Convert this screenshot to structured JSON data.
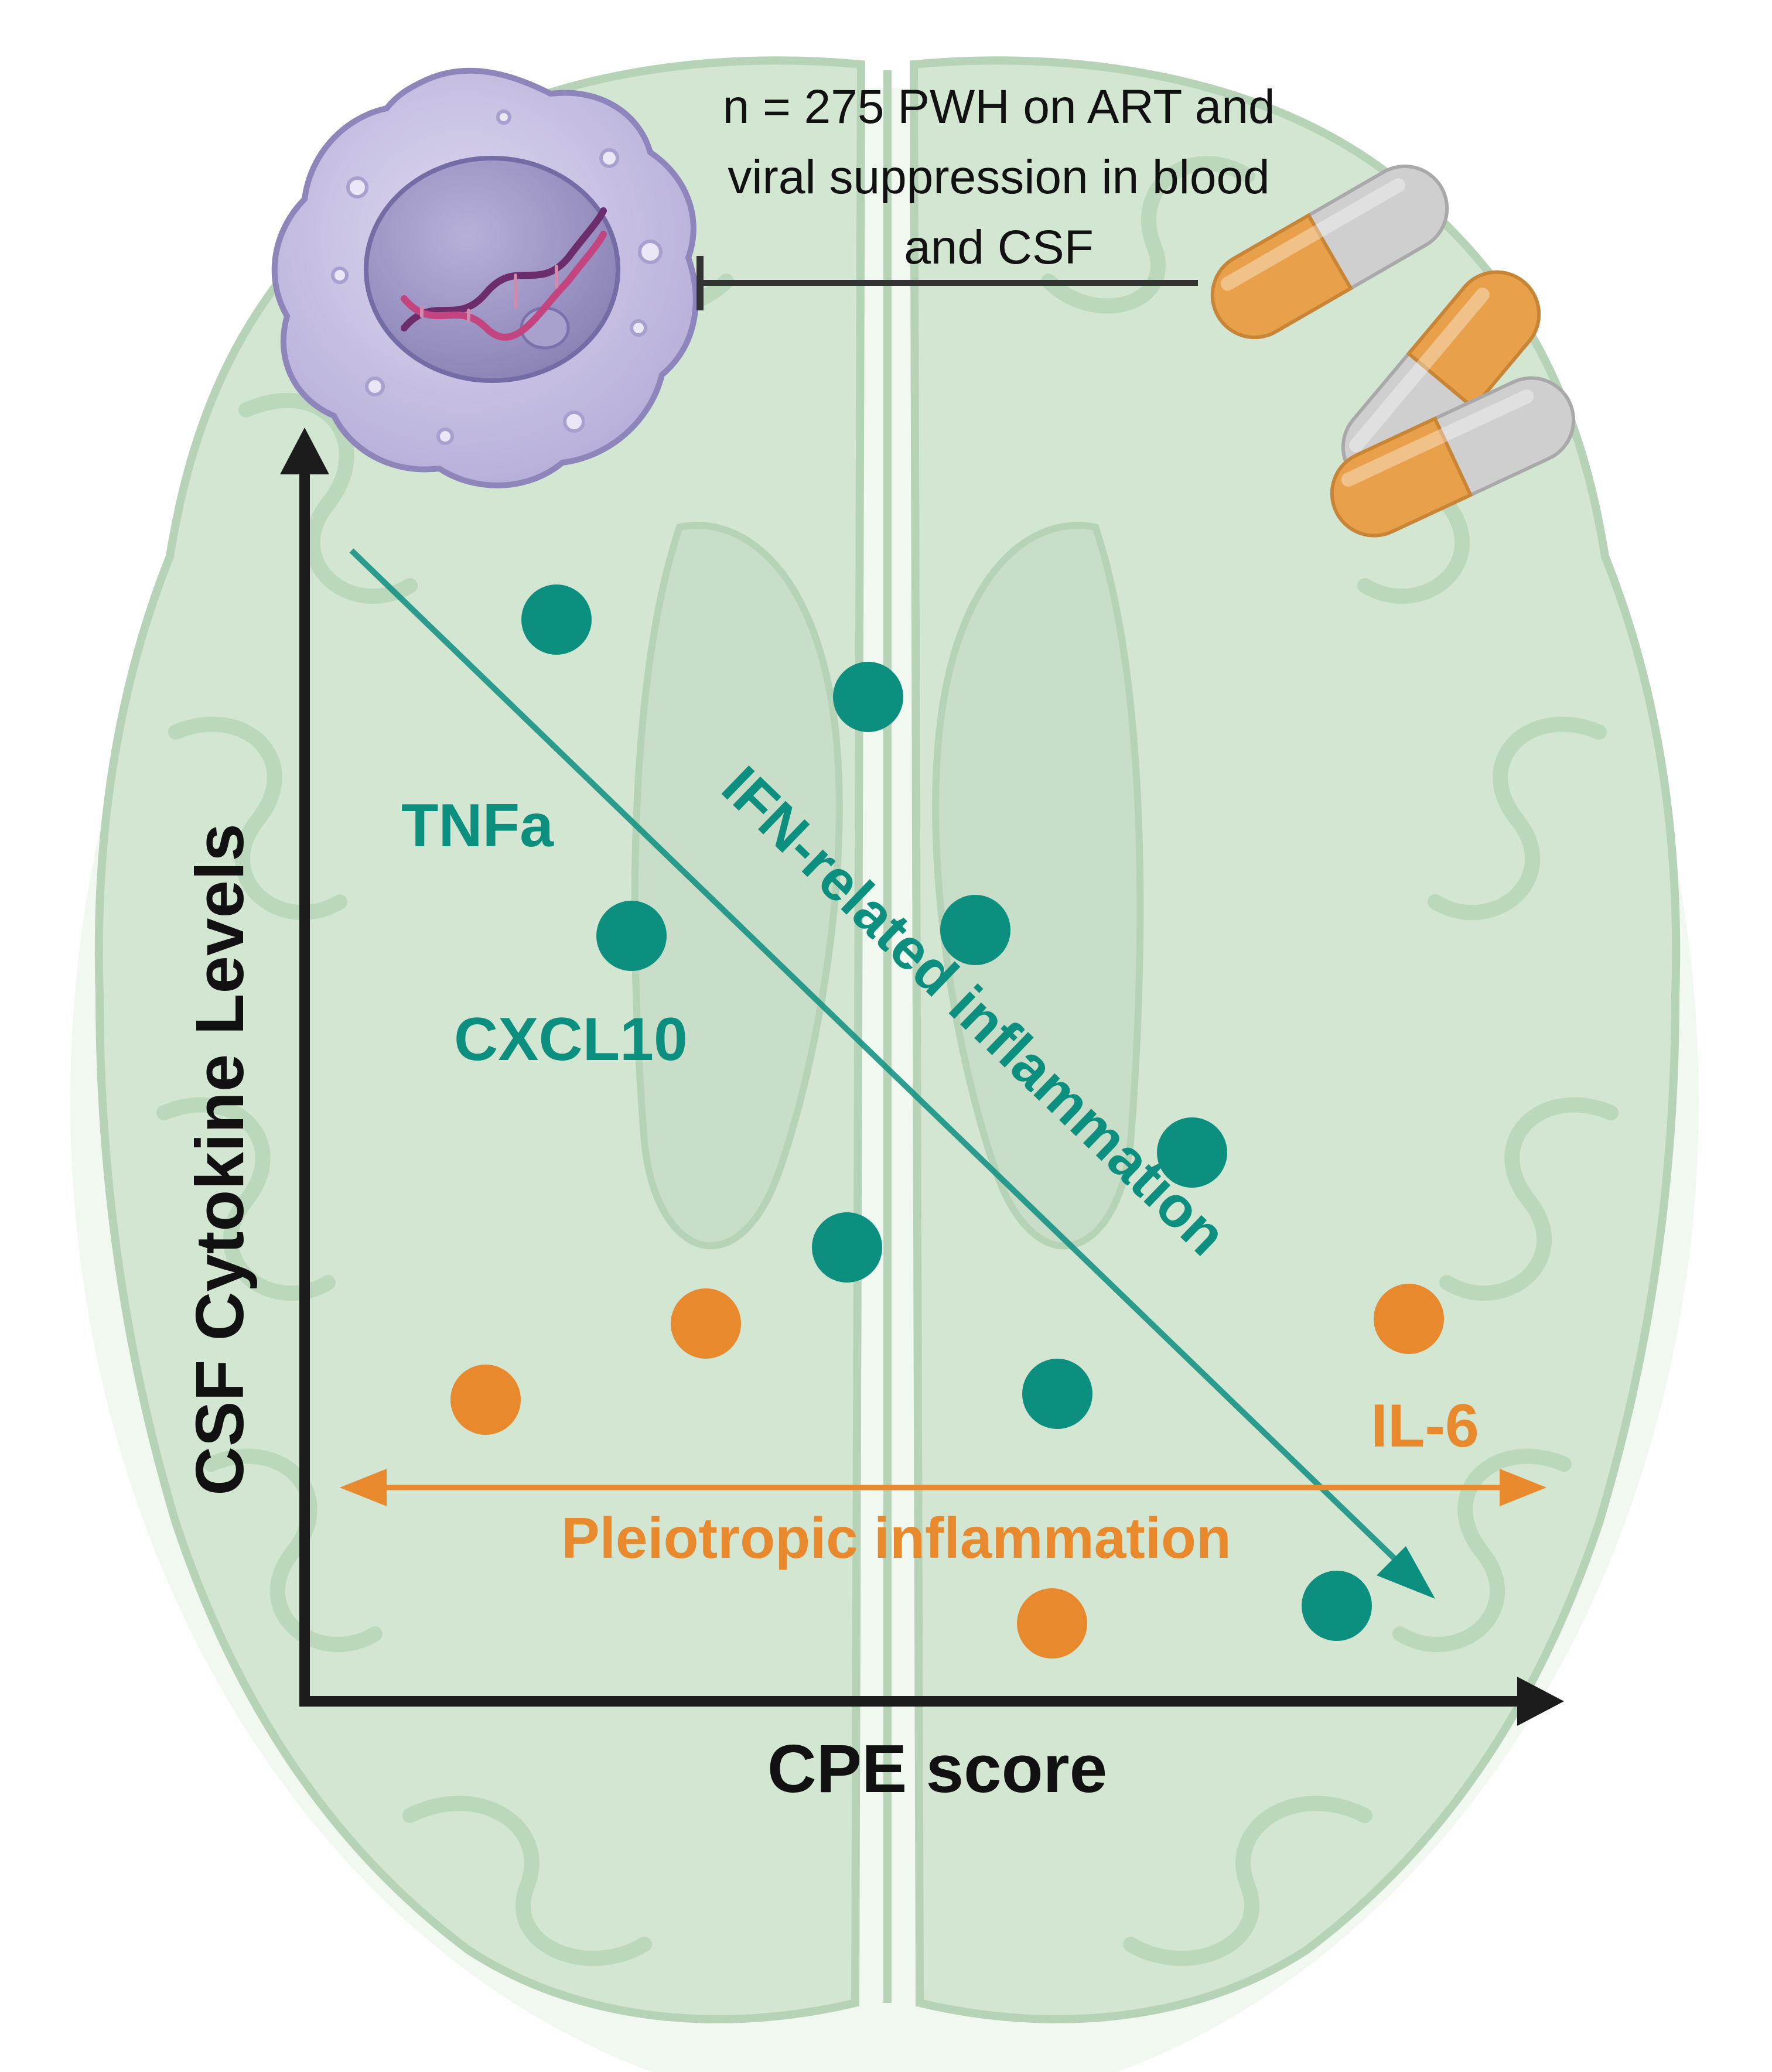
{
  "caption": {
    "lines": [
      "n = 275 PWH on ART and",
      "viral suppression in blood",
      "and CSF"
    ]
  },
  "axes": {
    "x_label": "CPE score",
    "y_label": "CSF Cytokine Levels"
  },
  "cytokine_labels": {
    "tnfa": "TNFa",
    "cxcl10": "CXCL10",
    "il6": "IL-6"
  },
  "trends": {
    "ifn": "IFN-related inflammation",
    "pleiotropic": "Pleiotropic inflammation"
  },
  "colors": {
    "teal": "#0d8f80",
    "orange": "#e8892e",
    "axis": "#1c1c1c",
    "brain_fill": "#d3e6d3",
    "brain_stroke": "#b3d1b3",
    "cell_fill": "#c9c3e3",
    "nucleus_fill": "#9f98c4",
    "capsule_orange": "#e8a04a",
    "capsule_grey": "#cfcfcf"
  },
  "icons": [
    "brain-illustration",
    "immune-cell-icon",
    "dna-icon",
    "pill-capsule-icon",
    "inhibition-bar-icon"
  ]
}
